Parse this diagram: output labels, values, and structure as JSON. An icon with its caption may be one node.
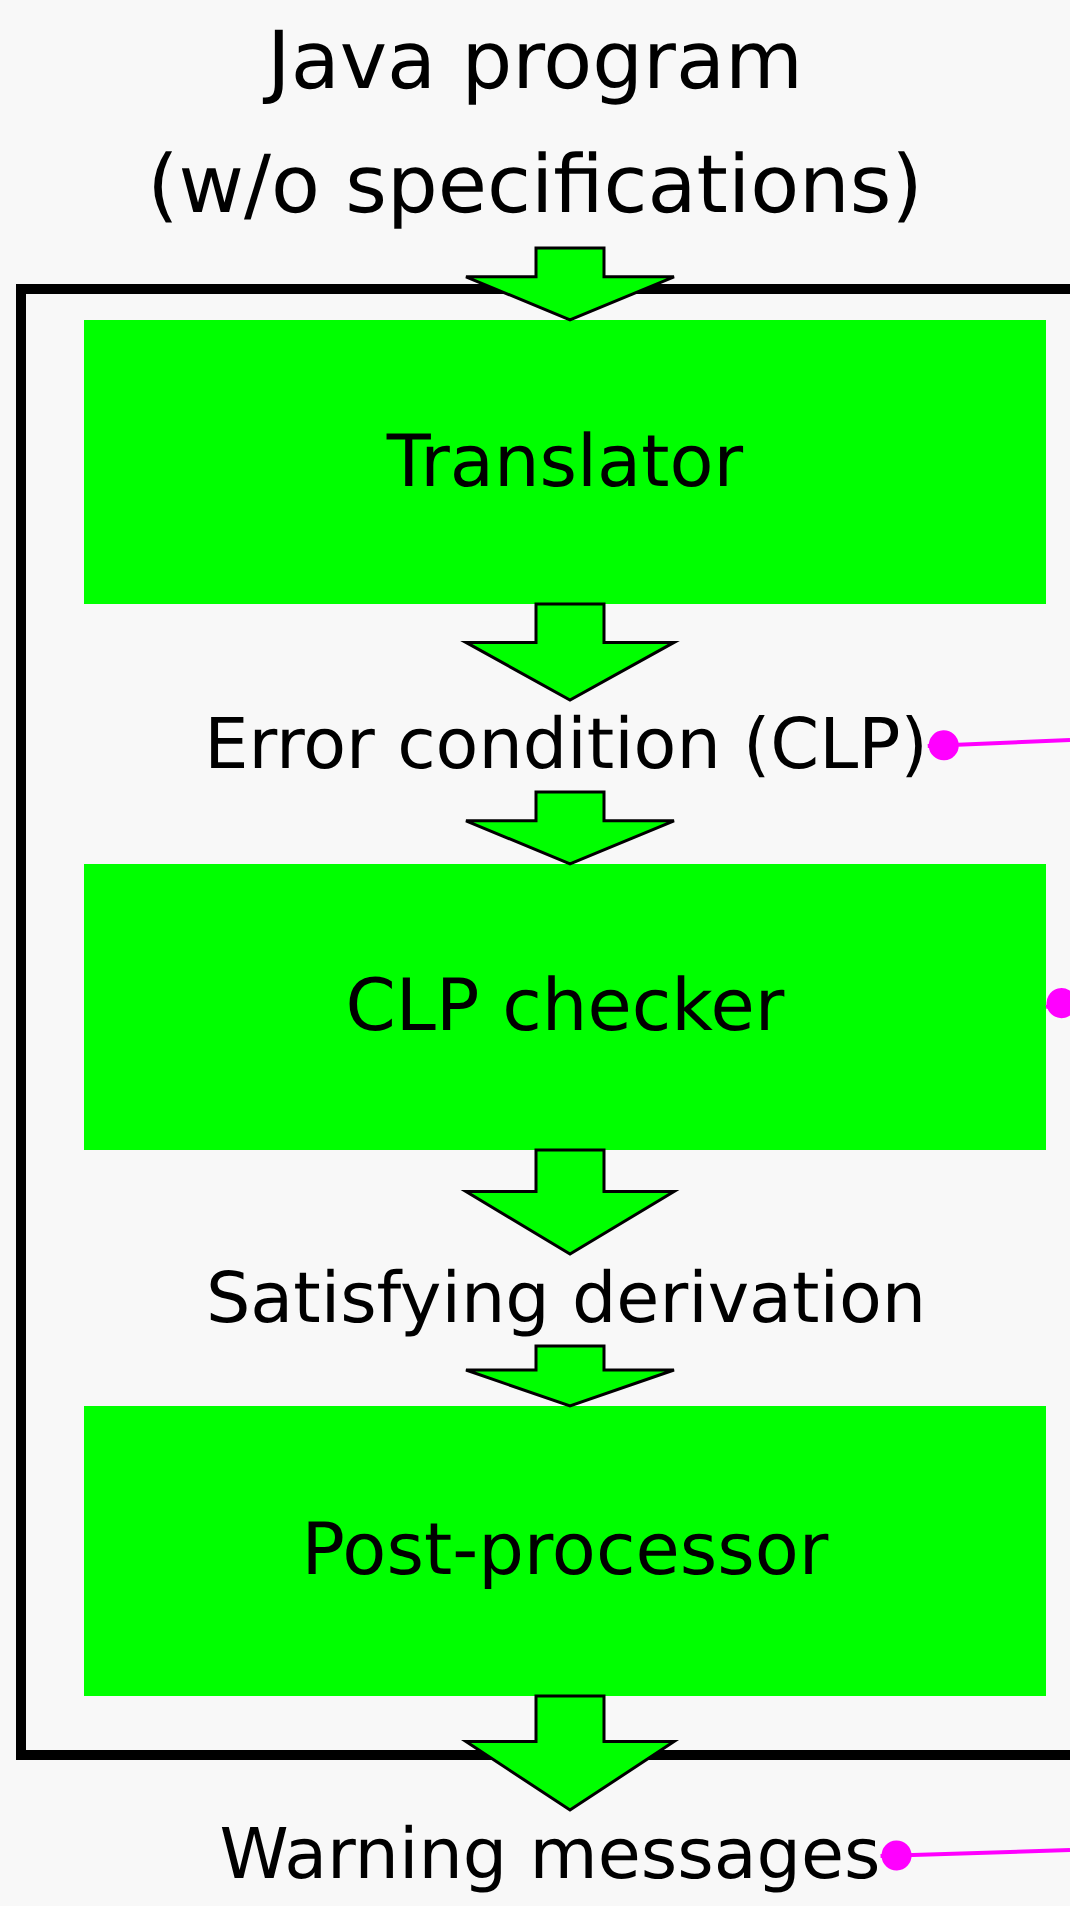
{
  "diagram": {
    "nodes": [
      {
        "text": [
          "Java program (w/o specifications)"
        ]
      },
      {
        "text": [],
        "shape": "box"
      },
      {
        "text": [
          "Translator"
        ],
        "in": 1
      },
      {
        "text": [
          "Error condition (CLP)"
        ],
        "in": 1
      },
      {
        "text": [
          "CLP checker"
        ],
        "in": 1
      },
      {
        "text": [
          "Satisfying derivation"
        ],
        "in": 1
      },
      {
        "text": [
          "Post-processor"
        ],
        "in": 1
      },
      {
        "text": [
          "Warning messages"
        ]
      }
    ],
    "edges": [
      {
        "from": 0,
        "to": 2,
        "arrow": "to"
      },
      {
        "from": 2,
        "to": 3,
        "arrow": "to"
      },
      {
        "from": 3,
        "to": 4,
        "arrow": "to"
      },
      {
        "from": 4,
        "to": 5,
        "arrow": "to"
      },
      {
        "from": 5,
        "to": 6,
        "arrow": "to"
      },
      {
        "from": 6,
        "to": 7,
        "arrow": "to"
      },
      {
        "from": 3,
        "to": null,
        "arrow": "other",
        "color": "#ff00ff"
      },
      {
        "from": 4,
        "to": null,
        "arrow": "other",
        "color": "#ff00ff"
      },
      {
        "from": 7,
        "to": null,
        "arrow": "other",
        "color": "#ff00ff"
      }
    ]
  }
}
